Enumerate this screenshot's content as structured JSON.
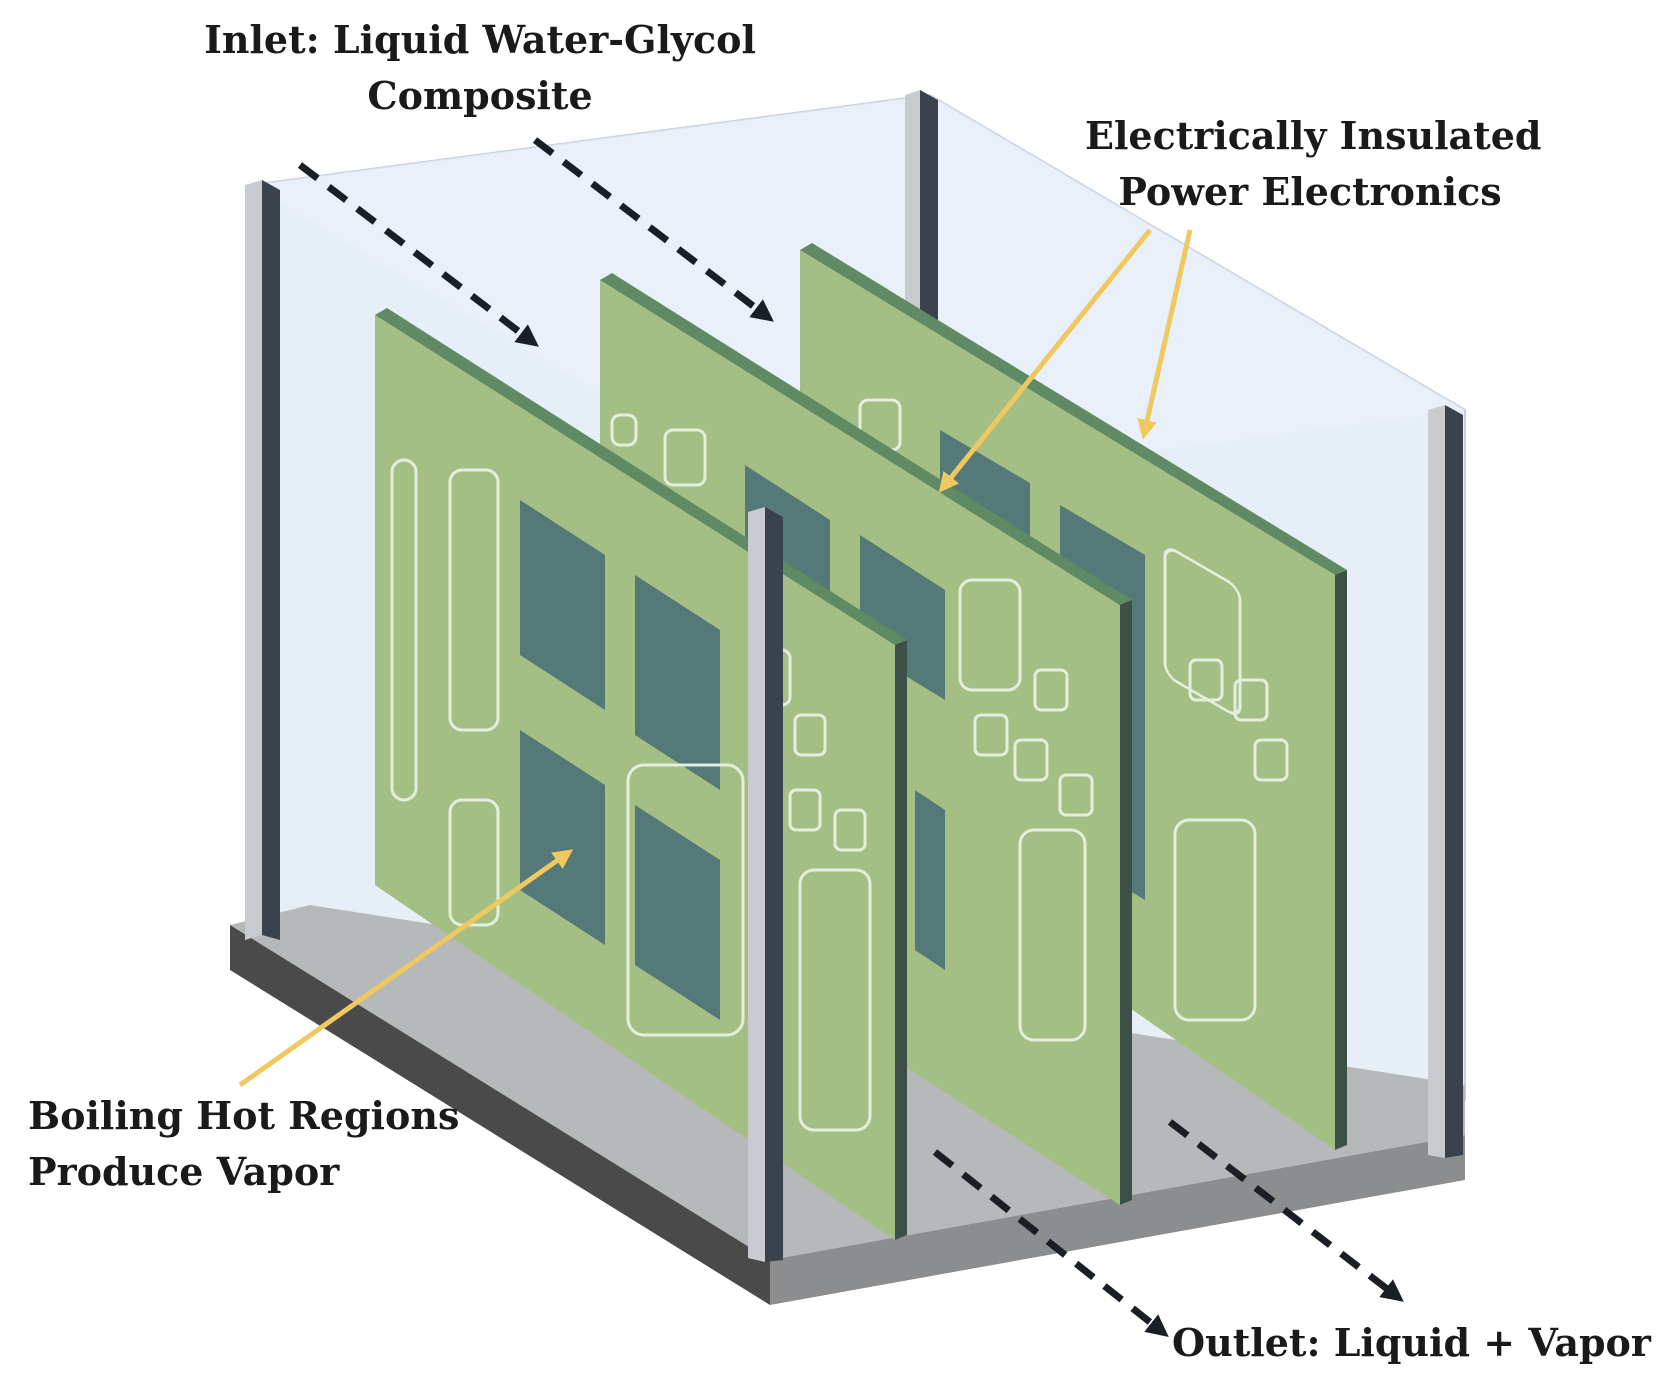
{
  "labels": {
    "inlet": {
      "line1": "Inlet: Liquid Water-Glycol",
      "line2": "Composite"
    },
    "insulated": {
      "line1": "Electrically Insulated",
      "line2": "Power Electronics"
    },
    "boiling": {
      "line1": "Boiling Hot Regions",
      "line2": "Produce Vapor"
    },
    "outlet": {
      "line1": "Outlet: Liquid + Vapor"
    }
  },
  "colors": {
    "enclosure": "#e6eef8",
    "enclosure_edge": "#b9c4d6",
    "base_top": "#b6b9ba",
    "base_side": "#4a4a4a",
    "base_front": "#8c8d8e",
    "board_face": "#a4bf84",
    "board_edge": "#5f8a63",
    "board_side": "#3d5048",
    "hot_region": "#557878",
    "trace_outline": "#e4eedc",
    "post_light": "#c8ccd0",
    "post_dark": "#3a434d",
    "flow_arrow": "#1a1f26",
    "callout_arrow": "#f0c860"
  }
}
